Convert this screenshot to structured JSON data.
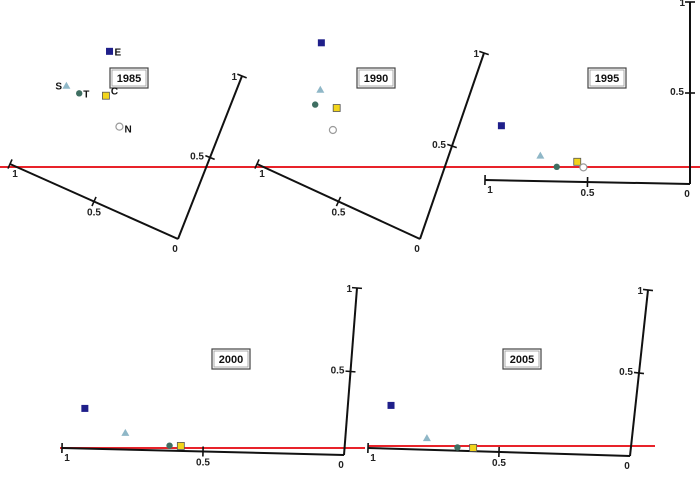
{
  "chart_data": [
    {
      "type": "scatter",
      "title": "1985",
      "ticks": {
        "lower_axis": [
          "1",
          "0.5"
        ],
        "right_axis": [
          "0.5",
          "1"
        ],
        "origin": "0"
      },
      "points": [
        {
          "label": "E",
          "marker": "filled-square",
          "a": 0.72,
          "b": 0.82
        },
        {
          "label": "C",
          "marker": "yellow-square",
          "a": 0.65,
          "b": 0.58
        },
        {
          "label": "S",
          "marker": "triangle",
          "a": 0.87,
          "b": 0.54
        },
        {
          "label": "T",
          "marker": "filled-circle",
          "a": 0.79,
          "b": 0.53
        },
        {
          "label": "N",
          "marker": "open-circle",
          "a": 0.52,
          "b": 0.45
        }
      ]
    },
    {
      "type": "scatter",
      "title": "1990",
      "ticks": {
        "lower_axis": [
          "1",
          "0.5"
        ],
        "right_axis": [
          "0.5",
          "1"
        ],
        "origin": "0"
      },
      "points": [
        {
          "marker": "filled-square",
          "a": 0.88,
          "b": 0.7
        },
        {
          "marker": "triangle",
          "a": 0.8,
          "b": 0.48
        },
        {
          "marker": "filled-circle",
          "a": 0.8,
          "b": 0.4
        },
        {
          "marker": "yellow-square",
          "a": 0.68,
          "b": 0.43
        },
        {
          "marker": "open-circle",
          "a": 0.66,
          "b": 0.32
        }
      ]
    },
    {
      "type": "scatter",
      "title": "1995",
      "ticks": {
        "lower_axis": [
          "1",
          "0.5"
        ],
        "right_axis": [
          "0.5",
          "1"
        ],
        "origin": "0"
      },
      "points": [
        {
          "marker": "filled-square",
          "a": 0.92,
          "b": 0.3
        },
        {
          "marker": "triangle",
          "a": 0.73,
          "b": 0.14
        },
        {
          "marker": "filled-circle",
          "a": 0.65,
          "b": 0.08
        },
        {
          "marker": "yellow-square",
          "a": 0.55,
          "b": 0.11
        },
        {
          "marker": "open-circle",
          "a": 0.52,
          "b": 0.08
        }
      ]
    },
    {
      "type": "scatter",
      "title": "2000",
      "ticks": {
        "lower_axis": [
          "1",
          "0.5"
        ],
        "right_axis": [
          "0.5",
          "1"
        ],
        "origin": "0"
      },
      "points": [
        {
          "marker": "filled-square",
          "a": 0.93,
          "b": 0.24
        },
        {
          "marker": "triangle",
          "a": 0.78,
          "b": 0.1
        },
        {
          "marker": "filled-circle",
          "a": 0.62,
          "b": 0.03
        },
        {
          "marker": "yellow-square",
          "a": 0.58,
          "b": 0.03
        }
      ]
    },
    {
      "type": "scatter",
      "title": "2005",
      "ticks": {
        "lower_axis": [
          "1",
          "0.5"
        ],
        "right_axis": [
          "0.5",
          "1"
        ],
        "origin": "0"
      },
      "points": [
        {
          "marker": "filled-square",
          "a": 0.93,
          "b": 0.26
        },
        {
          "marker": "triangle",
          "a": 0.78,
          "b": 0.07
        },
        {
          "marker": "filled-circle",
          "a": 0.66,
          "b": 0.02
        },
        {
          "marker": "yellow-square",
          "a": 0.6,
          "b": 0.02
        }
      ]
    }
  ],
  "colors": {
    "reference_line": "#e8232a",
    "axis": "#111111",
    "filled_square": "#1f1f8a",
    "yellow_square": "#f2d51c",
    "triangle": "#8fb7c7",
    "filled_circle": "#3f6f62",
    "open_circle": "#9a9a9a",
    "title_box_border": "#444444"
  }
}
